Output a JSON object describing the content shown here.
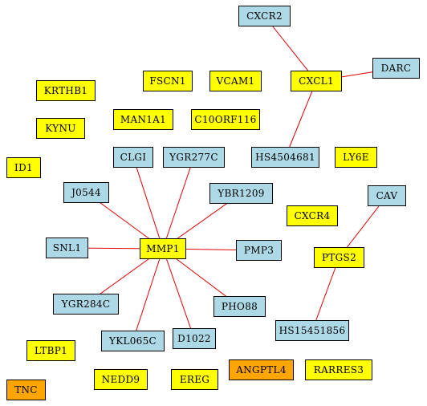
{
  "colors": {
    "yellow": "#ffff00",
    "blue": "#add8e6",
    "orange": "#ffa500",
    "edge": "#e00000"
  },
  "nodes": [
    {
      "id": "CXCR2",
      "label": "CXCR2",
      "color": "blue"
    },
    {
      "id": "DARC",
      "label": "DARC",
      "color": "blue"
    },
    {
      "id": "CXCL1",
      "label": "CXCL1",
      "color": "yellow"
    },
    {
      "id": "FSCN1",
      "label": "FSCN1",
      "color": "yellow"
    },
    {
      "id": "VCAM1",
      "label": "VCAM1",
      "color": "yellow"
    },
    {
      "id": "KRTHB1",
      "label": "KRTHB1",
      "color": "yellow"
    },
    {
      "id": "MAN1A1",
      "label": "MAN1A1",
      "color": "yellow"
    },
    {
      "id": "C10ORF116",
      "label": "C10ORF116",
      "color": "yellow"
    },
    {
      "id": "KYNU",
      "label": "KYNU",
      "color": "yellow"
    },
    {
      "id": "CLGI",
      "label": "CLGI",
      "color": "blue"
    },
    {
      "id": "YGR277C",
      "label": "YGR277C",
      "color": "blue"
    },
    {
      "id": "HS4504681",
      "label": "HS4504681",
      "color": "blue"
    },
    {
      "id": "LY6E",
      "label": "LY6E",
      "color": "yellow"
    },
    {
      "id": "ID1",
      "label": "ID1",
      "color": "yellow"
    },
    {
      "id": "J0544",
      "label": "J0544",
      "color": "blue"
    },
    {
      "id": "YBR1209",
      "label": "YBR1209",
      "color": "blue"
    },
    {
      "id": "CAV",
      "label": "CAV",
      "color": "blue"
    },
    {
      "id": "CXCR4",
      "label": "CXCR4",
      "color": "yellow"
    },
    {
      "id": "SNL1",
      "label": "SNL1",
      "color": "blue"
    },
    {
      "id": "MMP1",
      "label": "MMP1",
      "color": "yellow"
    },
    {
      "id": "PMP3",
      "label": "PMP3",
      "color": "blue"
    },
    {
      "id": "PTGS2",
      "label": "PTGS2",
      "color": "yellow"
    },
    {
      "id": "YGR284C",
      "label": "YGR284C",
      "color": "blue"
    },
    {
      "id": "PHO88",
      "label": "PHO88",
      "color": "blue"
    },
    {
      "id": "HS15451856",
      "label": "HS15451856",
      "color": "blue"
    },
    {
      "id": "YKL065C",
      "label": "YKL065C",
      "color": "blue"
    },
    {
      "id": "D1022",
      "label": "D1022",
      "color": "blue"
    },
    {
      "id": "LTBP1",
      "label": "LTBP1",
      "color": "yellow"
    },
    {
      "id": "ANGPTL4",
      "label": "ANGPTL4",
      "color": "orange"
    },
    {
      "id": "RARRES3",
      "label": "RARRES3",
      "color": "yellow"
    },
    {
      "id": "NEDD9",
      "label": "NEDD9",
      "color": "yellow"
    },
    {
      "id": "EREG",
      "label": "EREG",
      "color": "yellow"
    },
    {
      "id": "TNC",
      "label": "TNC",
      "color": "orange"
    }
  ],
  "edges": [
    [
      "CXCR2",
      "CXCL1"
    ],
    [
      "DARC",
      "CXCL1"
    ],
    [
      "CXCL1",
      "HS4504681"
    ],
    [
      "MMP1",
      "CLGI"
    ],
    [
      "MMP1",
      "YGR277C"
    ],
    [
      "MMP1",
      "J0544"
    ],
    [
      "MMP1",
      "YBR1209"
    ],
    [
      "MMP1",
      "SNL1"
    ],
    [
      "MMP1",
      "PMP3"
    ],
    [
      "MMP1",
      "YGR284C"
    ],
    [
      "MMP1",
      "PHO88"
    ],
    [
      "MMP1",
      "YKL065C"
    ],
    [
      "MMP1",
      "D1022"
    ],
    [
      "PTGS2",
      "CAV"
    ],
    [
      "PTGS2",
      "HS15451856"
    ]
  ]
}
